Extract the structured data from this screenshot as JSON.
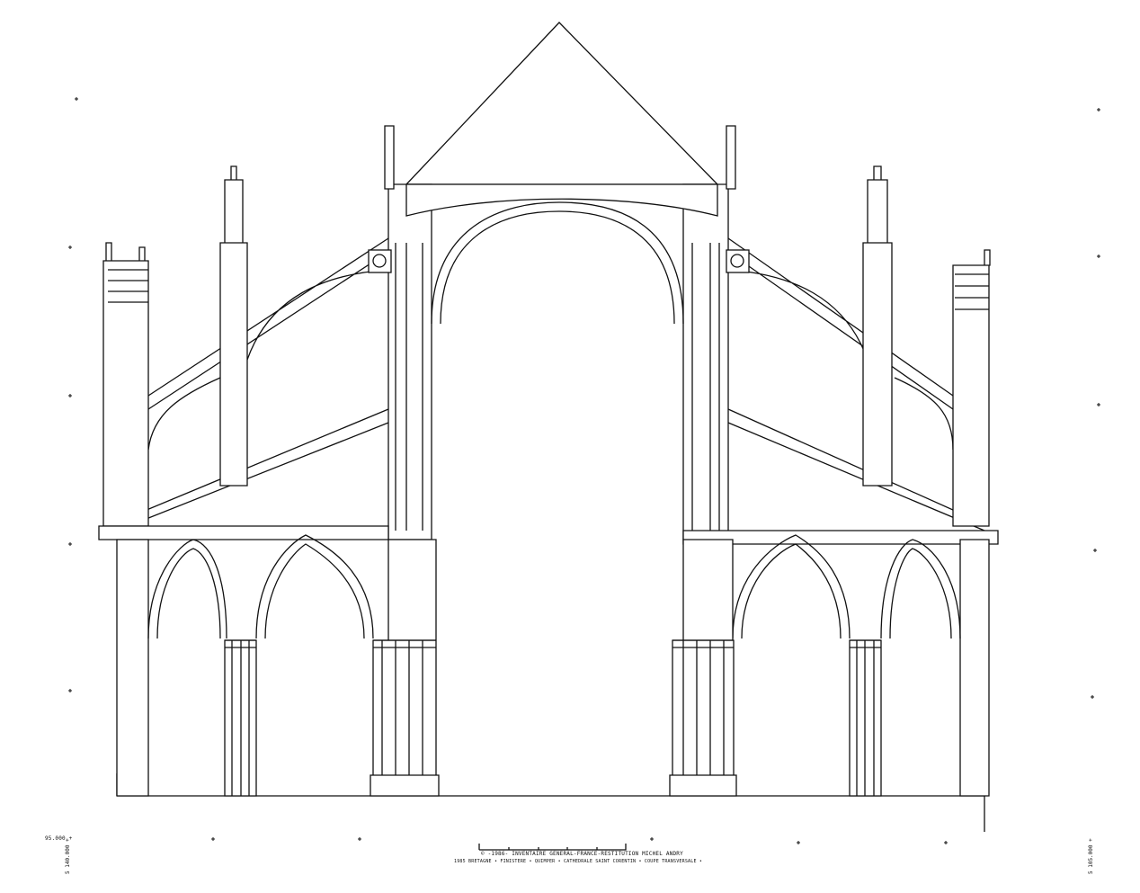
{
  "title_block": {
    "copyright_line": "© -1986- INVENTAIRE GENERAL-FRANCE-RESTITUTION MICHEL ANDRY",
    "subject_line": "1985 BRETAGNE • FINISTERE •   QUIMPER • CATHEDRALE SAINT CORENTIN • COUPE TRANSVERSALE •"
  },
  "coordinates": {
    "left_x": "95.000 +",
    "left_y": "5 140.000 +",
    "right_y": "5 105.000 +"
  },
  "drawing": {
    "subject": "cathedral-cross-section",
    "line_color": "#111111",
    "background": "#ffffff"
  }
}
